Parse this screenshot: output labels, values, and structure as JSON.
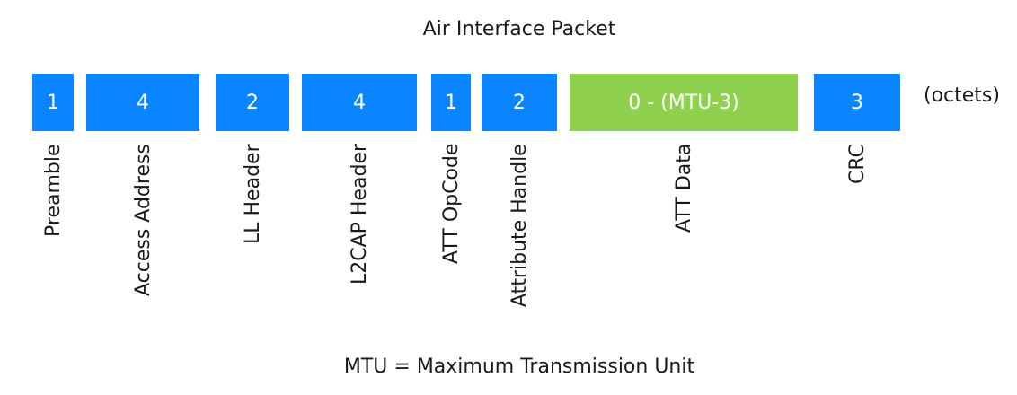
{
  "diagram": {
    "title": "Air Interface Packet",
    "units": "(octets)",
    "footnote": "MTU = Maximum Transmission Unit",
    "fields": [
      {
        "size": "1",
        "name": "Preamble",
        "color": "#0a84ff"
      },
      {
        "size": "4",
        "name": "Access Address",
        "color": "#0a84ff"
      },
      {
        "size": "2",
        "name": "LL Header",
        "color": "#0a84ff"
      },
      {
        "size": "4",
        "name": "L2CAP Header",
        "color": "#0a84ff"
      },
      {
        "size": "1",
        "name": "ATT OpCode",
        "color": "#0a84ff"
      },
      {
        "size": "2",
        "name": "Attribute Handle",
        "color": "#0a84ff"
      },
      {
        "size": "0 - (MTU-3)",
        "name": "ATT Data",
        "color": "#8fd14f"
      },
      {
        "size": "3",
        "name": "CRC",
        "color": "#0a84ff"
      }
    ]
  }
}
